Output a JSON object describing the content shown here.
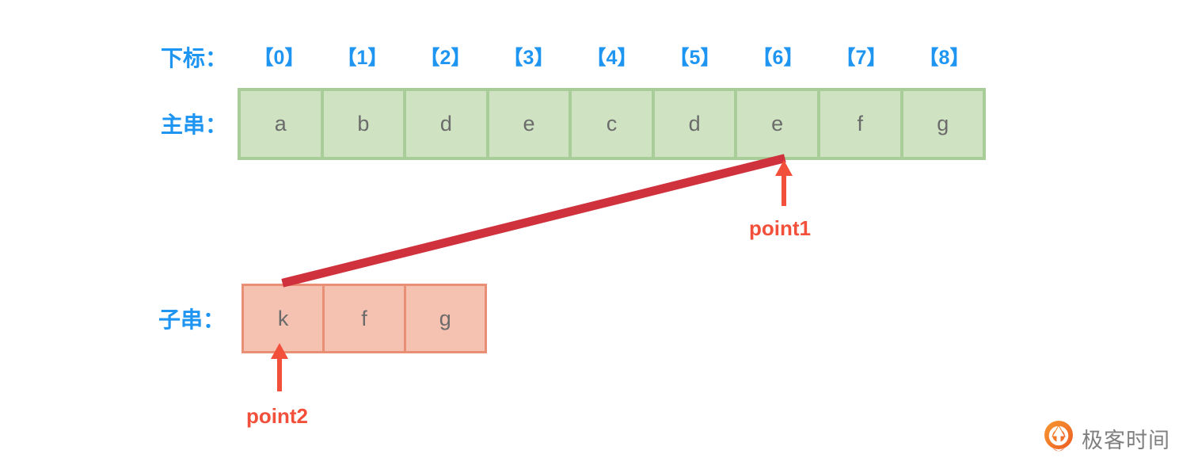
{
  "colors": {
    "label_blue": "#1f95f2",
    "cell_green_fill": "#cfe3c2",
    "cell_green_border": "#a9cd98",
    "cell_pink_fill": "#f5c1b1",
    "cell_pink_border": "#e98f76",
    "match_line_red": "#cf323c",
    "arrow_red": "#f3503c",
    "letter_gray": "#6b6b6b",
    "logo_orange": "#f0731f",
    "logo_text_gray": "#808080"
  },
  "index_row": {
    "label": "下标：",
    "indices": [
      "【0】",
      "【1】",
      "【2】",
      "【3】",
      "【4】",
      "【5】",
      "【6】",
      "【7】",
      "【8】"
    ]
  },
  "main_string": {
    "label": "主串：",
    "cells": [
      "a",
      "b",
      "d",
      "e",
      "c",
      "d",
      "e",
      "f",
      "g"
    ]
  },
  "sub_string": {
    "label": "子串：",
    "cells": [
      "k",
      "f",
      "g"
    ]
  },
  "pointers": {
    "point1_label": "point1",
    "point2_label": "point2"
  },
  "logo": {
    "text": "极客时间"
  }
}
